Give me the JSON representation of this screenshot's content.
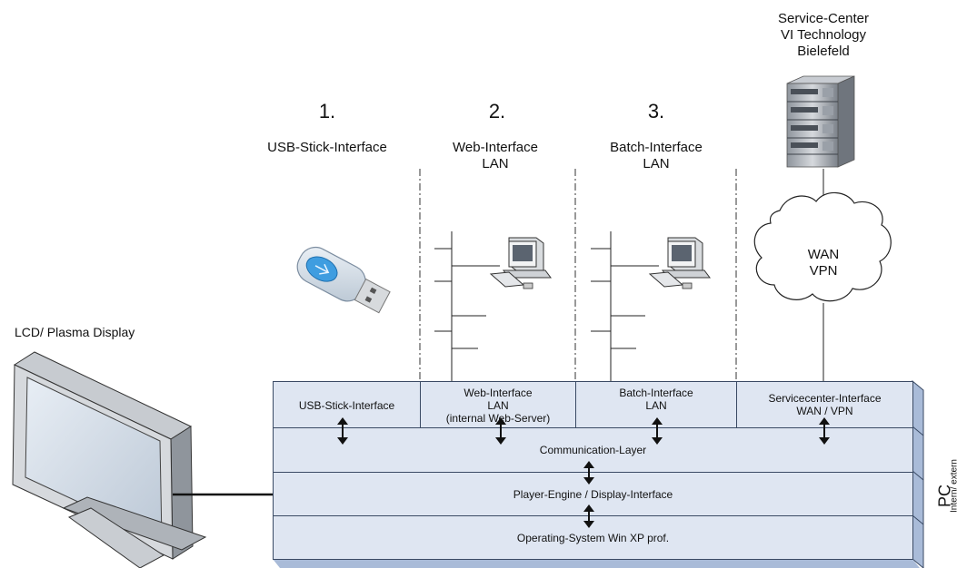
{
  "service_center": {
    "lines": [
      "Service-Center",
      "VI Technology",
      "Bielefeld"
    ]
  },
  "interfaces": [
    {
      "number": "1.",
      "title": [
        "USB-Stick-Interface"
      ]
    },
    {
      "number": "2.",
      "title": [
        "Web-Interface",
        "LAN"
      ]
    },
    {
      "number": "3.",
      "title": [
        "Batch-Interface",
        "LAN"
      ]
    }
  ],
  "cloud": {
    "lines": [
      "WAN",
      "VPN"
    ]
  },
  "display": {
    "label": "LCD/ Plasma Display"
  },
  "pc_stack": {
    "top_cells": [
      {
        "lines": [
          "USB-Stick-Interface"
        ]
      },
      {
        "lines": [
          "Web-Interface",
          "LAN",
          "(internal Web-Server)"
        ]
      },
      {
        "lines": [
          "Batch-Interface",
          "LAN"
        ]
      },
      {
        "lines": [
          "Servicecenter-Interface",
          "WAN / VPN"
        ]
      }
    ],
    "layers": [
      "Communication-Layer",
      "Player-Engine / Display-Interface",
      "Operating-System Win XP prof."
    ],
    "side_label": "PC",
    "side_sub_label": "Intern/ extern"
  },
  "colors": {
    "layer_fill": "#dfe6f2",
    "layer_side": "#a9bbd8",
    "border": "#3a4a64"
  },
  "icons": [
    "server-rack-icon",
    "usb-stick-icon",
    "desktop-computer-icon",
    "network-cloud-icon",
    "lcd-monitor-icon",
    "double-arrow-icon"
  ]
}
